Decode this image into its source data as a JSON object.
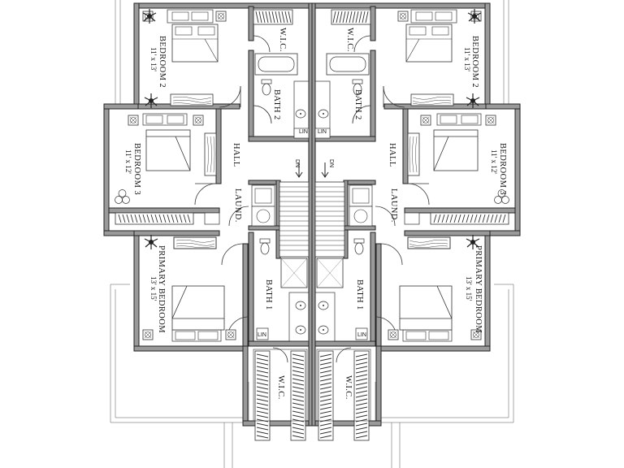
{
  "rooms": {
    "bedroom2": {
      "name": "BEDROOM 2",
      "dims": "11' x 13'"
    },
    "bedroom3": {
      "name": "BEDROOM 3",
      "dims": "11' x 12'"
    },
    "primary": {
      "name": "PRIMARY BEDROOM",
      "dims": "13' x 15'"
    },
    "wic": "W.I.C.",
    "bath2": "BATH 2",
    "bath1": "BATH 1",
    "hall": "HALL",
    "laund": "LAUND.",
    "lin": "LIN",
    "dn": "DN"
  },
  "colors": {
    "wall": "#9a9a9a",
    "line": "#333333"
  }
}
